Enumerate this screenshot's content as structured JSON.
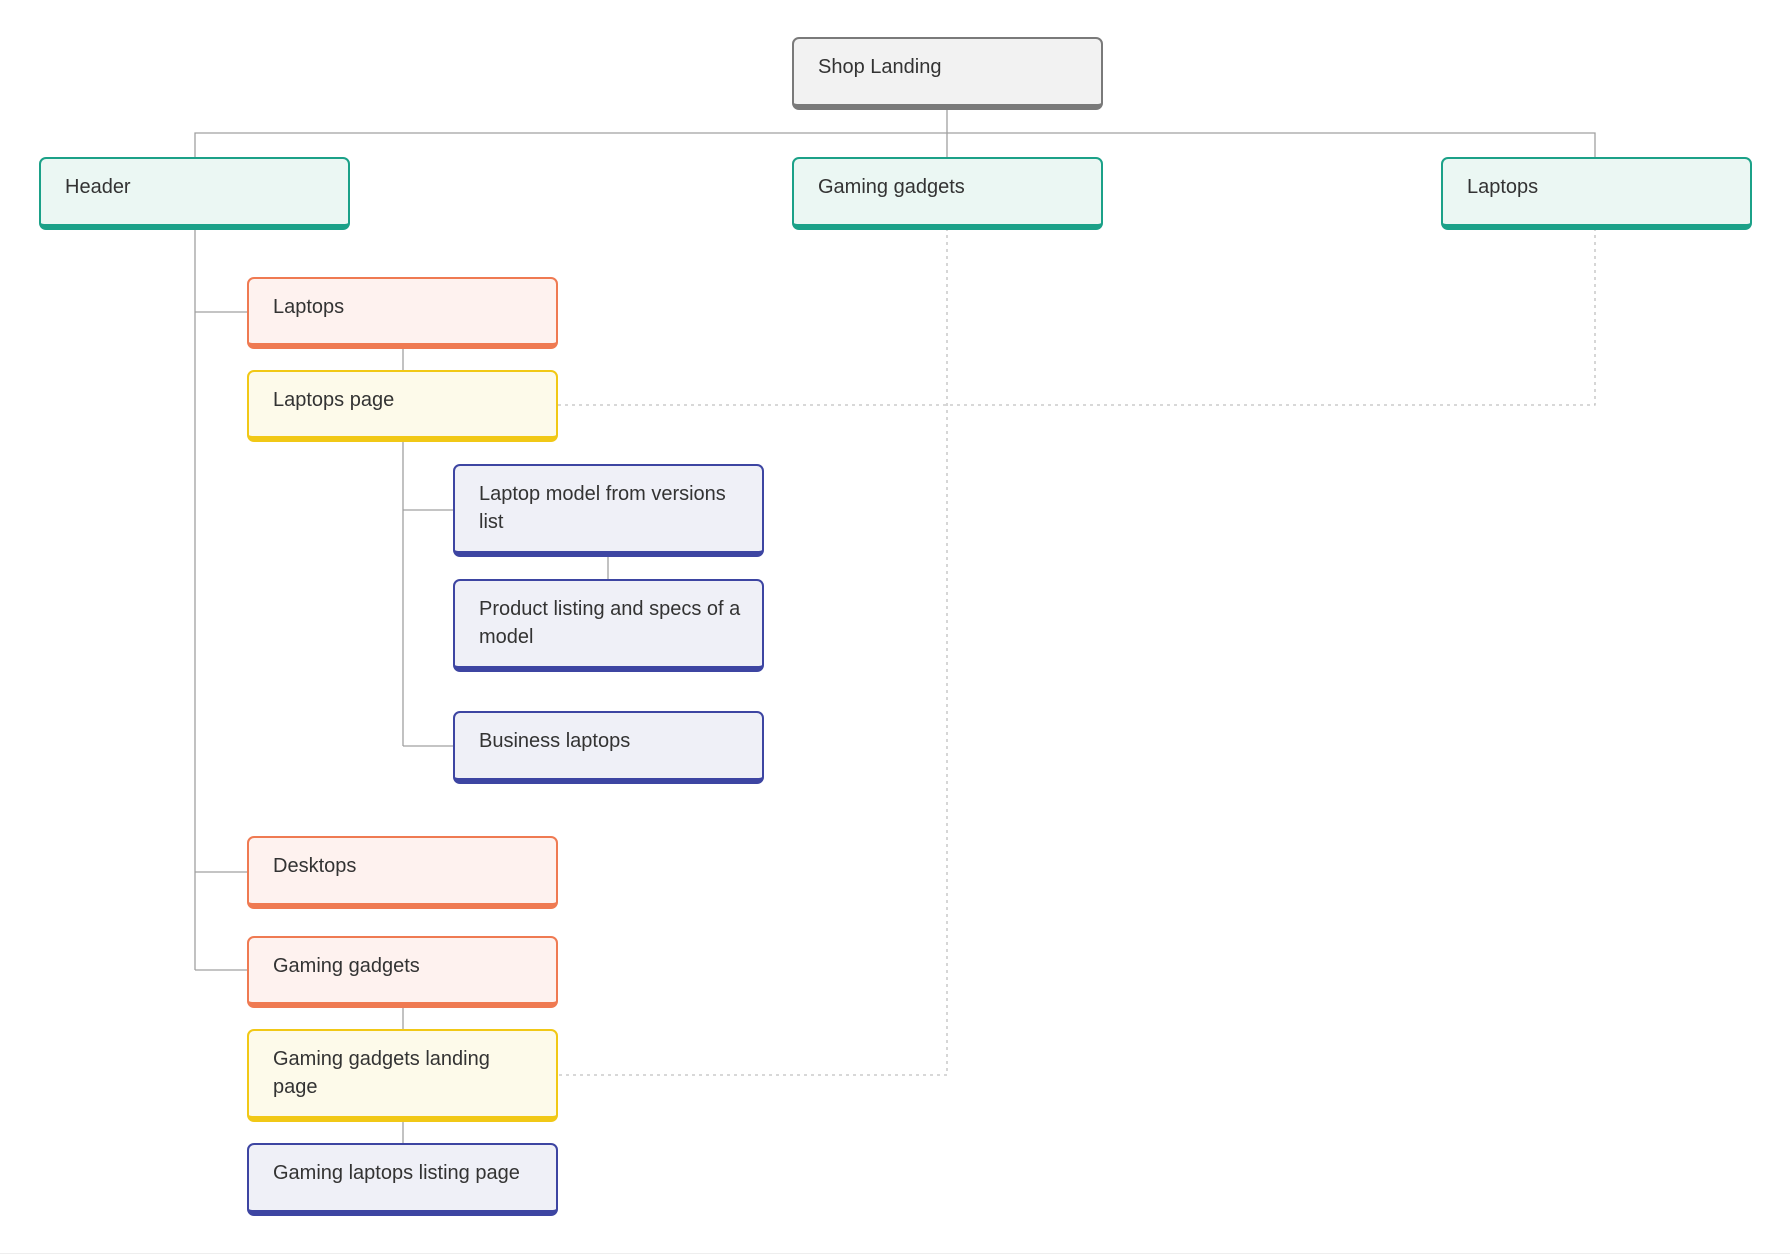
{
  "diagram": {
    "root": {
      "label": "Shop Landing"
    },
    "sections": [
      {
        "label": "Header"
      },
      {
        "label": "Gaming gadgets"
      },
      {
        "label": "Laptops"
      }
    ],
    "header_children": {
      "laptops": {
        "label": "Laptops"
      },
      "laptops_page": {
        "label": "Laptops page"
      },
      "laptop_model": {
        "label": "Laptop model from versions list"
      },
      "product_listing": {
        "label": "Product listing and specs of a model"
      },
      "business_laptops": {
        "label": "Business laptops"
      },
      "desktops": {
        "label": "Desktops"
      },
      "gaming_gadgets": {
        "label": "Gaming gadgets"
      },
      "gaming_landing": {
        "label": "Gaming gadgets landing page"
      },
      "gaming_laptops_listing": {
        "label": "Gaming laptops listing page"
      }
    },
    "colors": {
      "root": "#7a7a7a",
      "section": "#1ba188",
      "category": "#ef7a52",
      "page": "#f1c816",
      "detail": "#3d45a2",
      "connector": "#999999",
      "link_dashed": "#b8b8b8"
    }
  }
}
